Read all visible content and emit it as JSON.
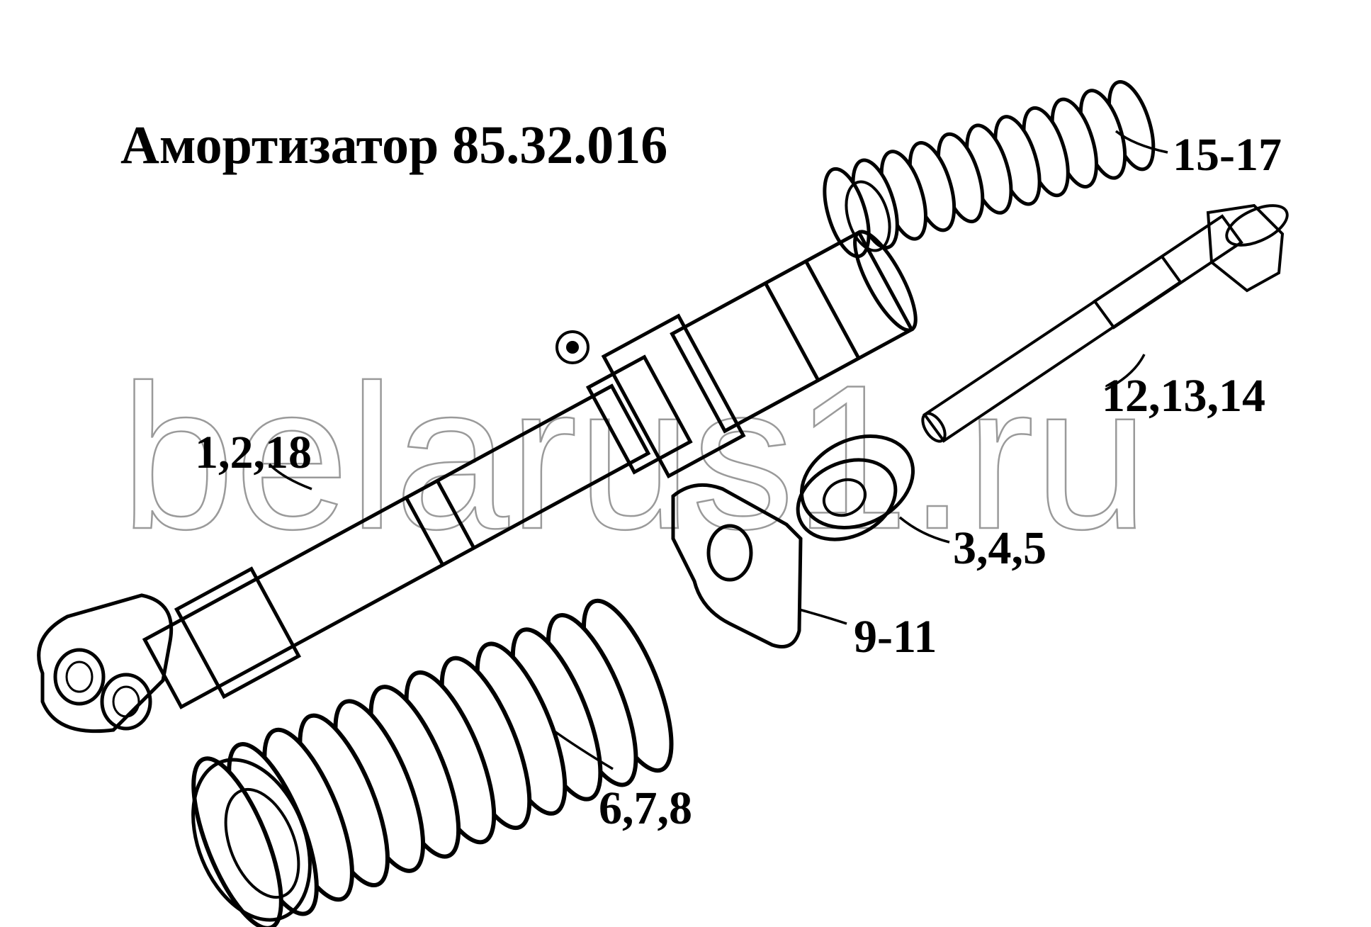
{
  "title": "Амортизатор 85.32.016",
  "watermark": "belarus1.ru",
  "callouts": {
    "springs_small": "15-17",
    "bolt": "12,13,14",
    "shock_body": "1,2,18",
    "bushing": "3,4,5",
    "plate": "9-11",
    "spring_large": "6,7,8"
  },
  "colors": {
    "ink": "#000000",
    "paper": "#ffffff",
    "watermark_outline": "#9a9a9a"
  }
}
